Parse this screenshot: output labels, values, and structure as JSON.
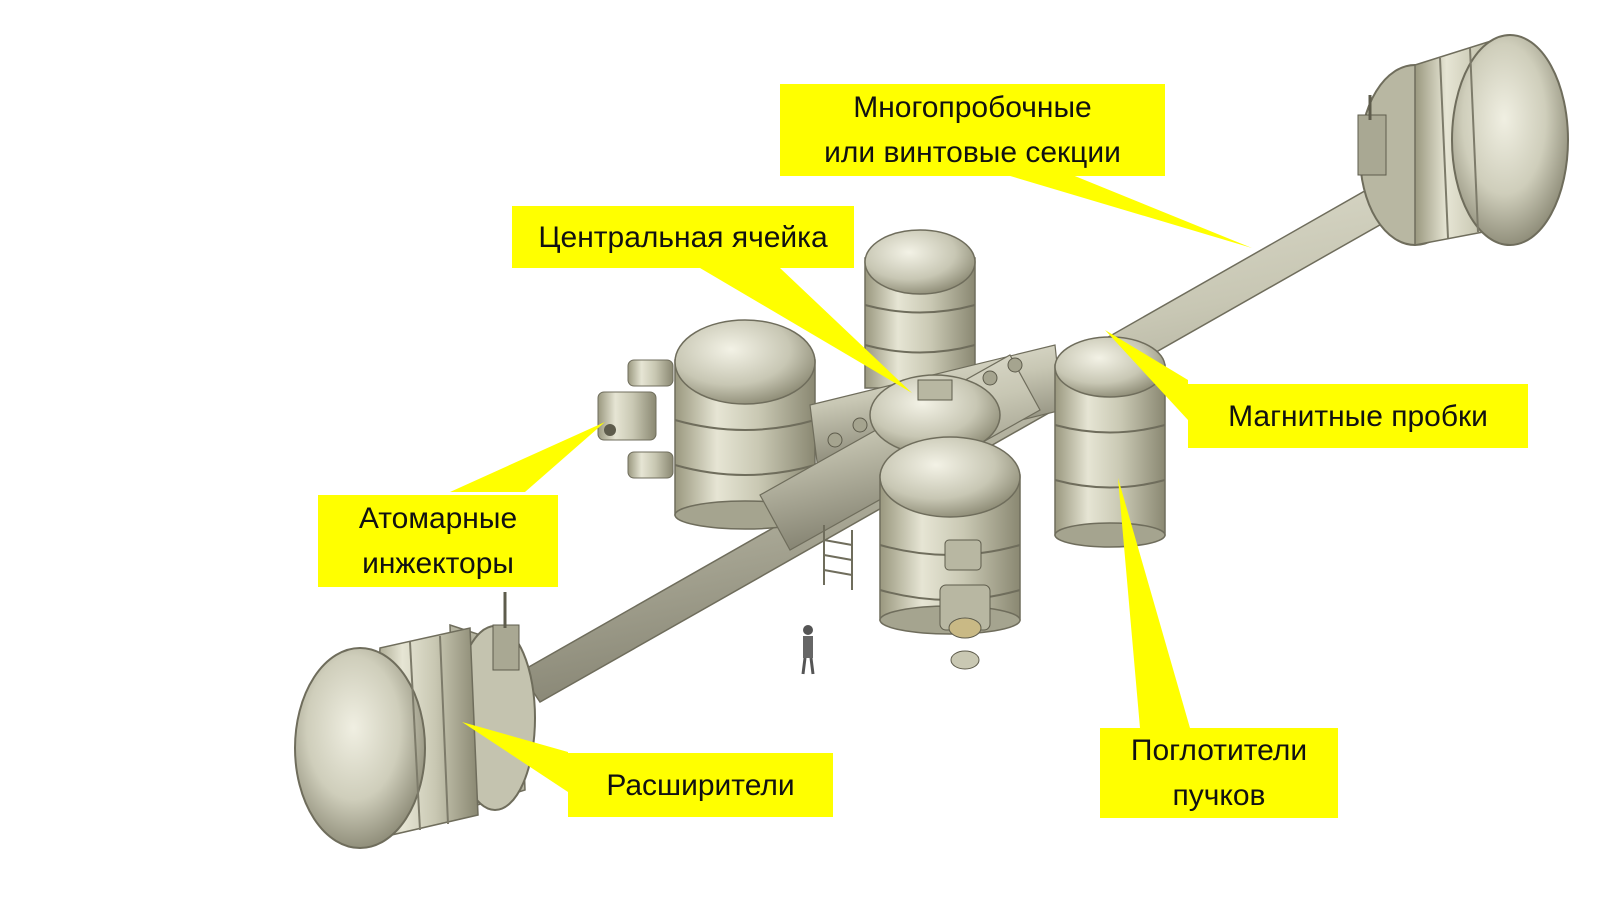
{
  "callouts": {
    "multimirror": [
      "Многопробочные",
      "или винтовые секции"
    ],
    "central": [
      "Центральная ячейка"
    ],
    "magnetic": [
      "Магнитные пробки"
    ],
    "injectors": [
      "Атомарные",
      "инжекторы"
    ],
    "expanders": [
      "Расширители"
    ],
    "absorbers": [
      "Поглотители",
      "пучков"
    ]
  },
  "colors": {
    "callout_fill": "#ffff00",
    "metal": "#c8c7b4",
    "metal_dark": "#8c8a78",
    "metal_light": "#ebeadc"
  }
}
